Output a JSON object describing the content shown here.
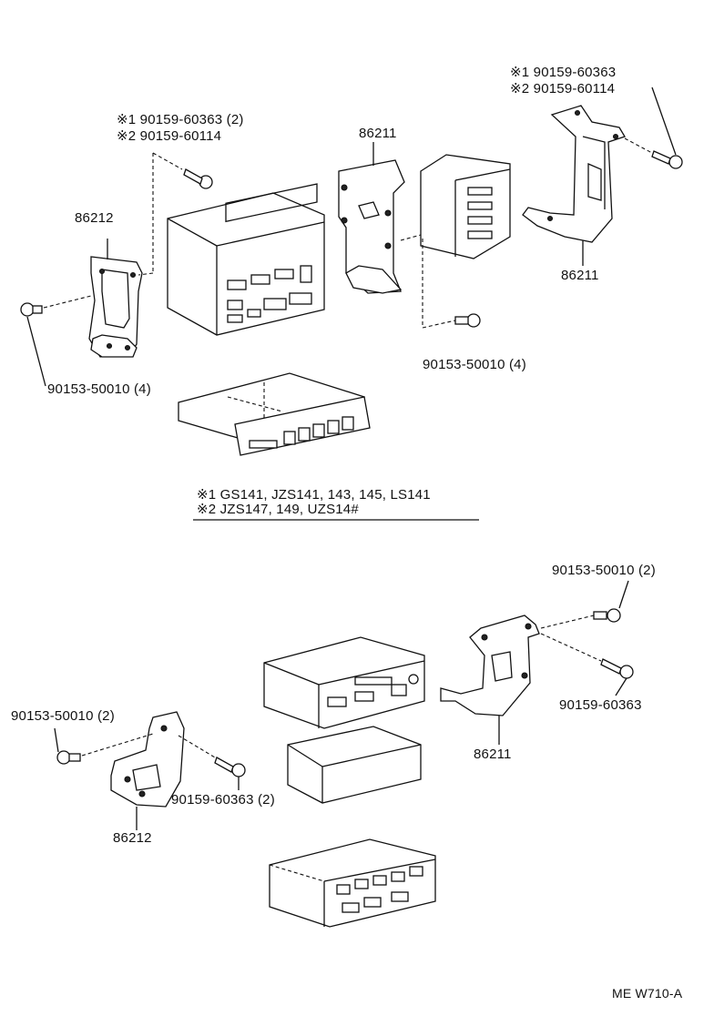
{
  "labels": {
    "top_left_star1": "※1 90159-60363 (2)",
    "top_left_star2": "※2 90159-60114",
    "top_right_star1": "※1 90159-60363",
    "top_right_star2": "※2 90159-60114",
    "bracket_center_top": "86211",
    "bracket_left_top": "86212",
    "bracket_right_top": "86211",
    "bolt_center_top": "90153-50010 (4)",
    "bolt_left_top": "90153-50010 (4)",
    "bot_right_bolt": "90153-50010 (2)",
    "bot_right_screw": "90159-60363",
    "bot_right_bracket": "86211",
    "bot_left_bolt": "90153-50010 (2)",
    "bot_left_screw": "90159-60363 (2)",
    "bot_left_bracket": "86212",
    "diagram_code": "ME W710-A"
  },
  "legend": {
    "note1": "※1 GS141, JZS141, 143, 145, LS141",
    "note2": "※2 JZS147, 149, UZS14#"
  }
}
